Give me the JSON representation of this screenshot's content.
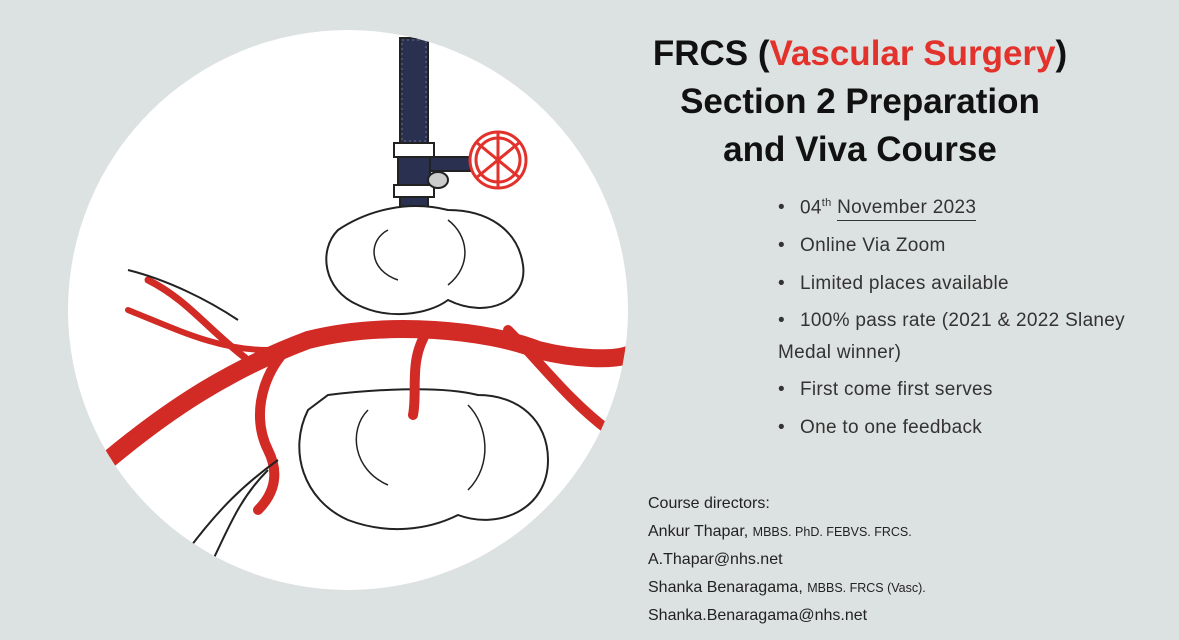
{
  "colors": {
    "accent": "#e3312b",
    "background": "#dce2e1"
  },
  "title": {
    "prefix": "FRCS (",
    "accent": "Vascular Surgery",
    "suffix": ")",
    "line2": "Section 2 Preparation",
    "line3": "and Viva Course"
  },
  "bullets": {
    "date_day": "04",
    "date_ordinal": "th",
    "date_rest": "November 2023",
    "items": [
      "Online Via Zoom",
      "Limited places available",
      "100% pass rate (2021 & 2022 Slaney Medal winner)",
      "First come first serves",
      "One to one feedback"
    ]
  },
  "directors": {
    "heading": "Course directors:",
    "people": [
      {
        "name": "Ankur Thapar,",
        "credentials": "MBBS. PhD. FEBVS. FRCS.",
        "email": "A.Thapar@nhs.net"
      },
      {
        "name": "Shanka Benaragama,",
        "credentials": "MBBS. FRCS (Vasc).",
        "email": "Shanka.Benaragama@nhs.net"
      }
    ]
  },
  "illustration": {
    "icon": "vascular-drawing-icon"
  }
}
